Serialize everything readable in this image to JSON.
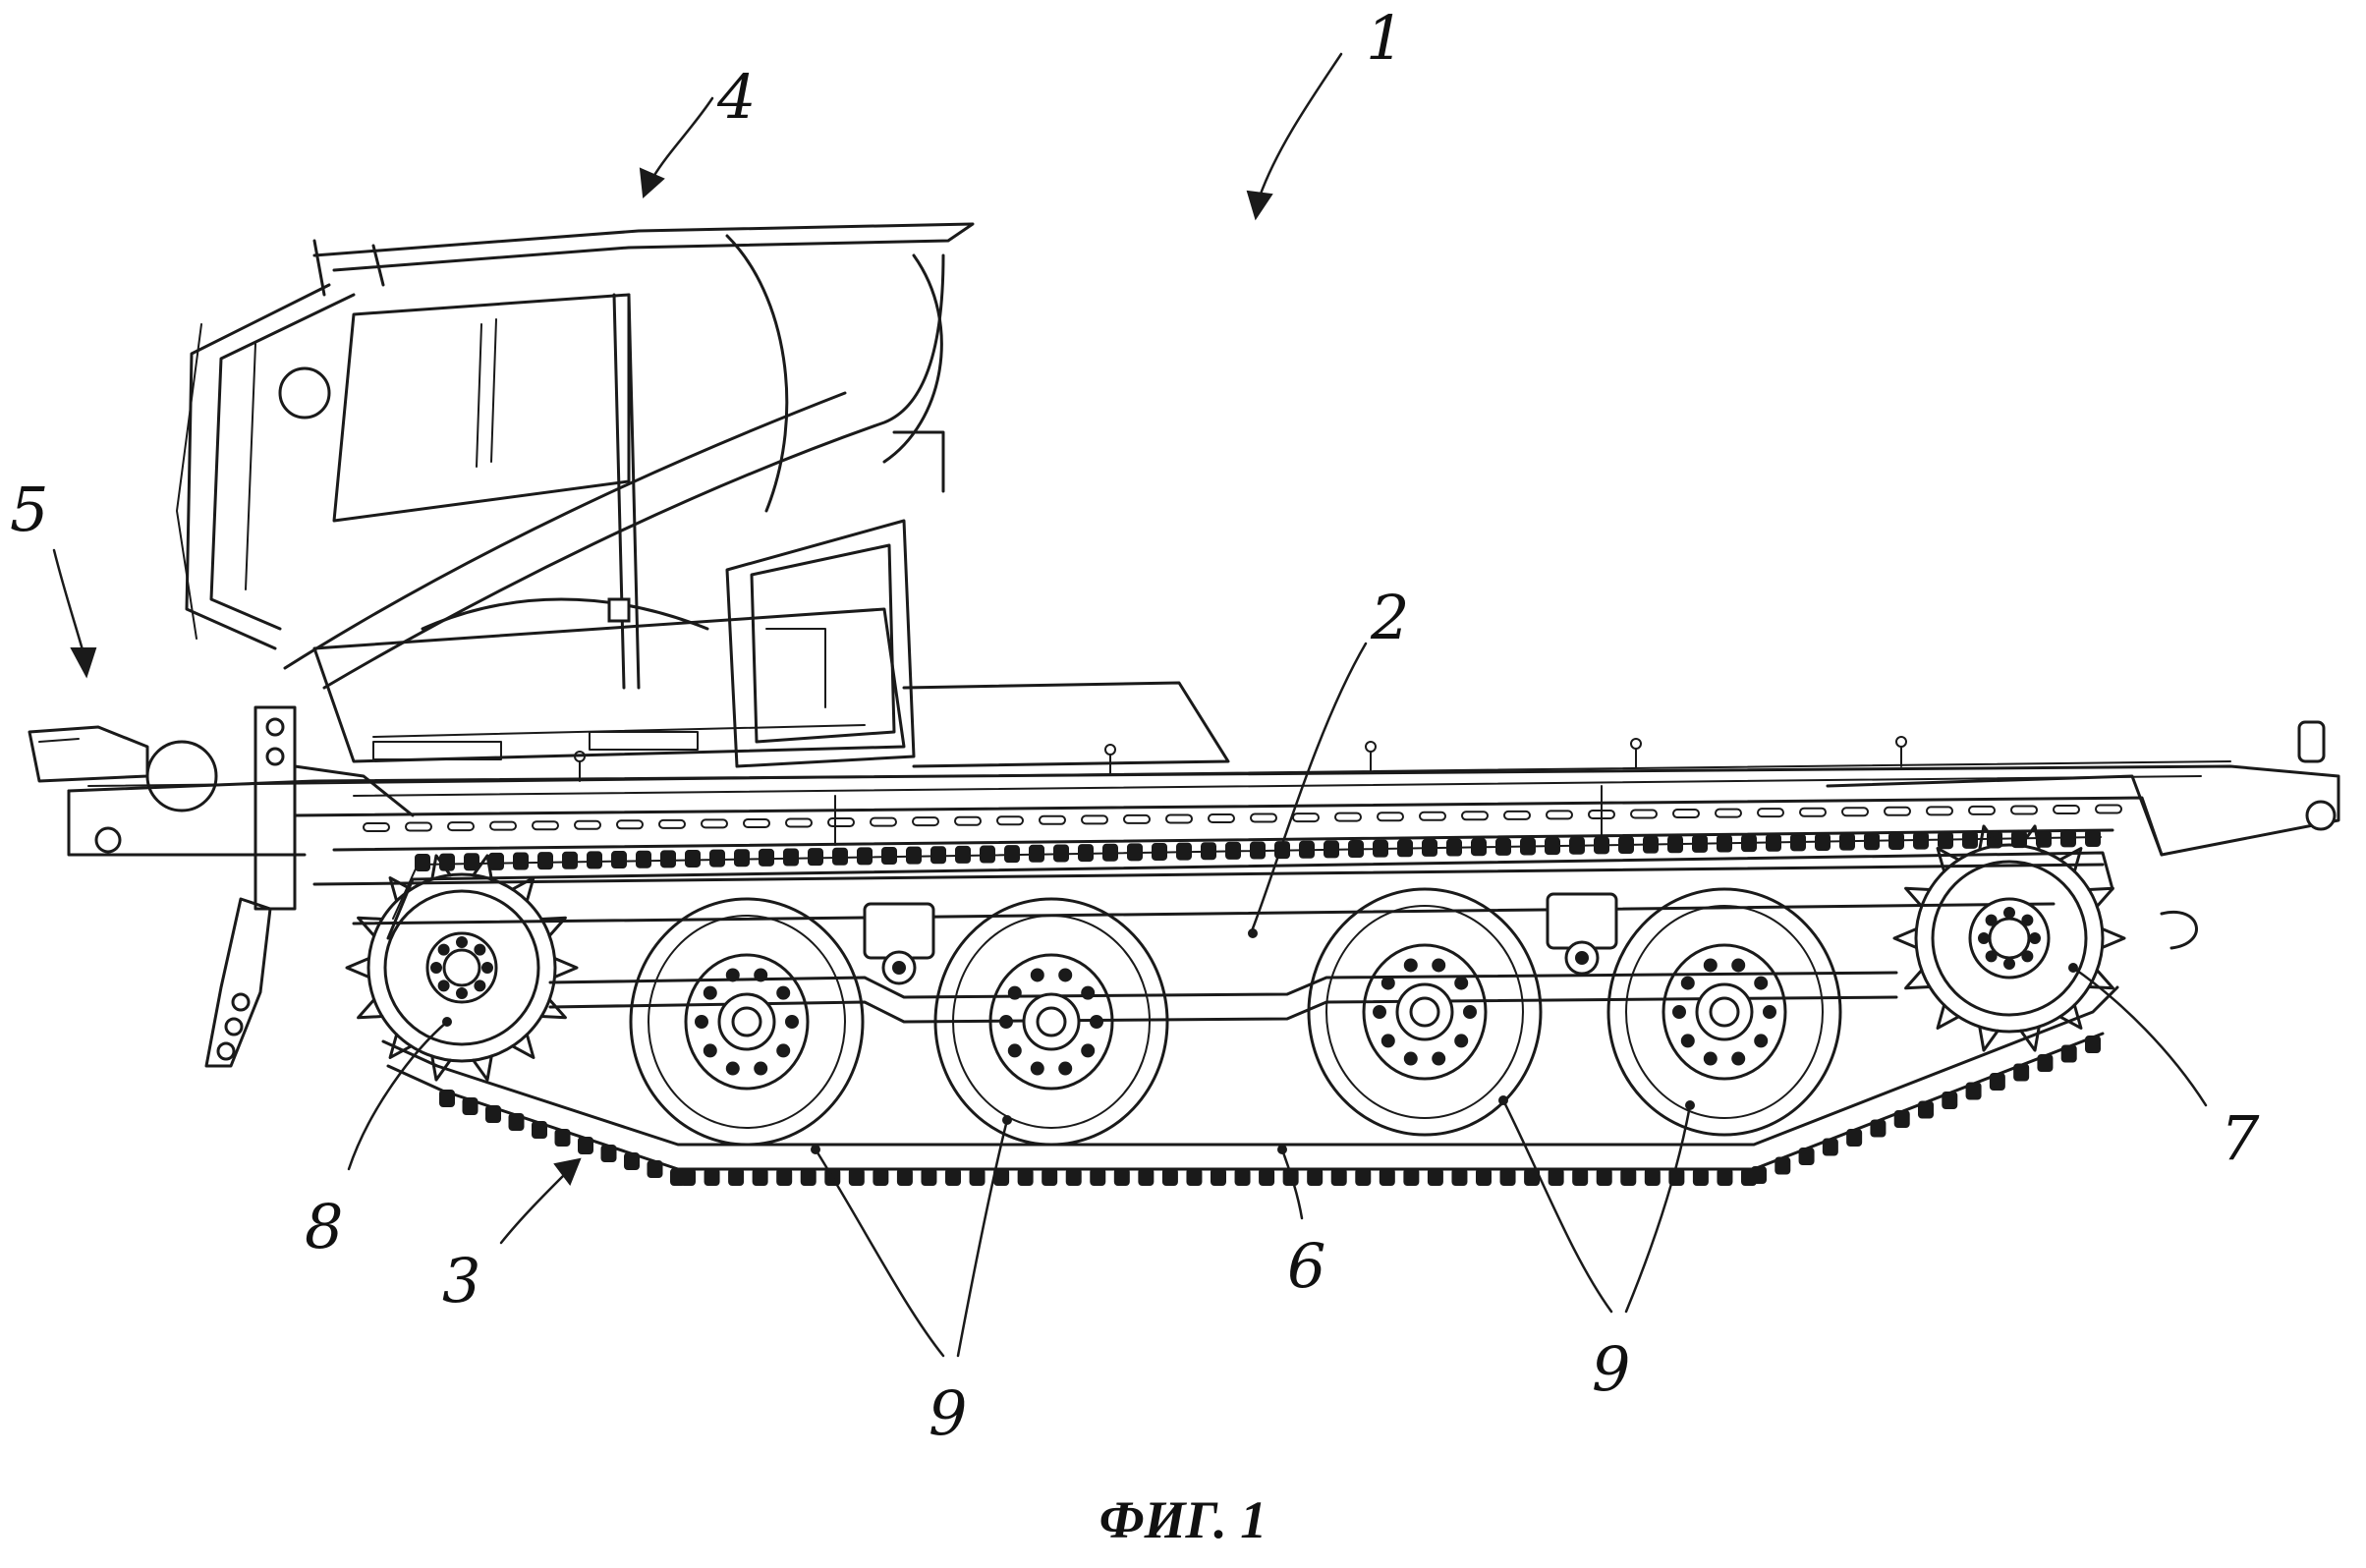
{
  "figure": {
    "caption": "ФИГ. 1",
    "labels": {
      "vehicle": "1",
      "chassis": "2",
      "track_drive": "3",
      "cab": "4",
      "front_attachment": "5",
      "track": "6",
      "rear_sprocket": "7",
      "front_wheel": "8",
      "road_wheels": "9"
    }
  }
}
